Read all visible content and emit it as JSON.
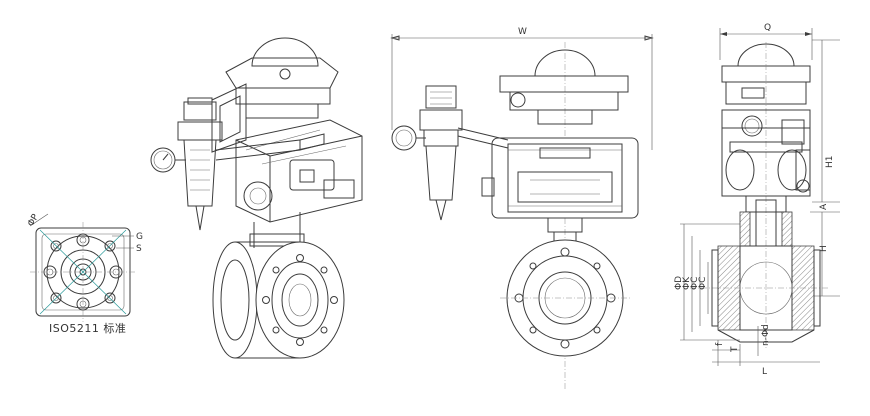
{
  "flange_standard_caption": "ISO5211 标准",
  "flange_labels": {
    "g": "G",
    "s": "S",
    "od": "ΦP"
  },
  "front_view_labels": {
    "width": "W"
  },
  "side_view_labels": {
    "q": "Q",
    "h1": "H1",
    "a": "A",
    "h": "H",
    "d": "ΦD",
    "k": "ΦK",
    "d1": "ΦC",
    "c": "ΦC",
    "t": "T",
    "f": "f",
    "l": "L",
    "nd": "n-Φd"
  },
  "colors": {
    "line": "#3c3c3c",
    "accent": "#2a9a9a"
  }
}
